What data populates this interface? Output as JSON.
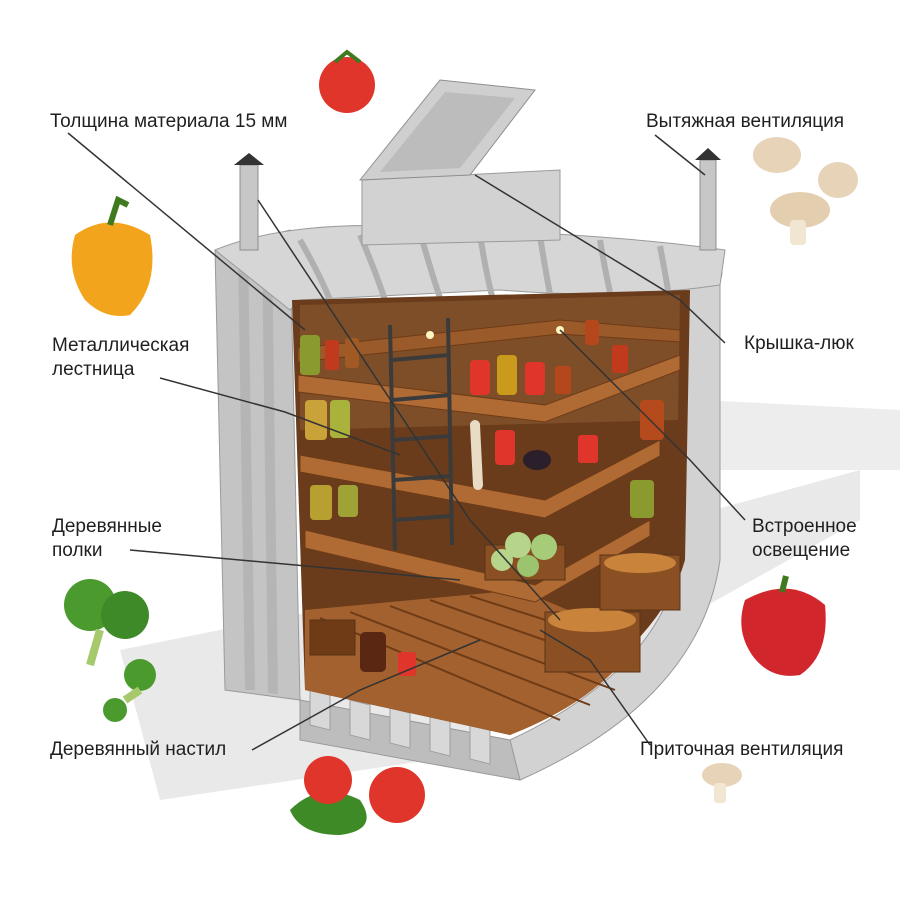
{
  "labels": {
    "material_thickness": "Толщина материала 15 мм",
    "exhaust_vent": "Вытяжная вентиляция",
    "metal_ladder_1": "Металлическая",
    "metal_ladder_2": "лестница",
    "hatch_lid": "Крышка-люк",
    "wooden_shelves_1": "Деревянные",
    "wooden_shelves_2": "полки",
    "builtin_light_1": "Встроенное",
    "builtin_light_2": "освещение",
    "wooden_floor": "Деревянный настил",
    "supply_vent": "Приточная вентиляция"
  },
  "colors": {
    "shell": "#c9c9c9",
    "shell_dark": "#a9a9a9",
    "wood": "#9b5a2a",
    "wood_dark": "#6e3b16",
    "interior": "#5a3418",
    "tomato": "#e0352a",
    "pepper_yellow": "#f2a51c",
    "pepper_red": "#d1262b",
    "broccoli": "#4a9a2e",
    "mushroom": "#e6d3b8",
    "leader_line": "#333333"
  }
}
